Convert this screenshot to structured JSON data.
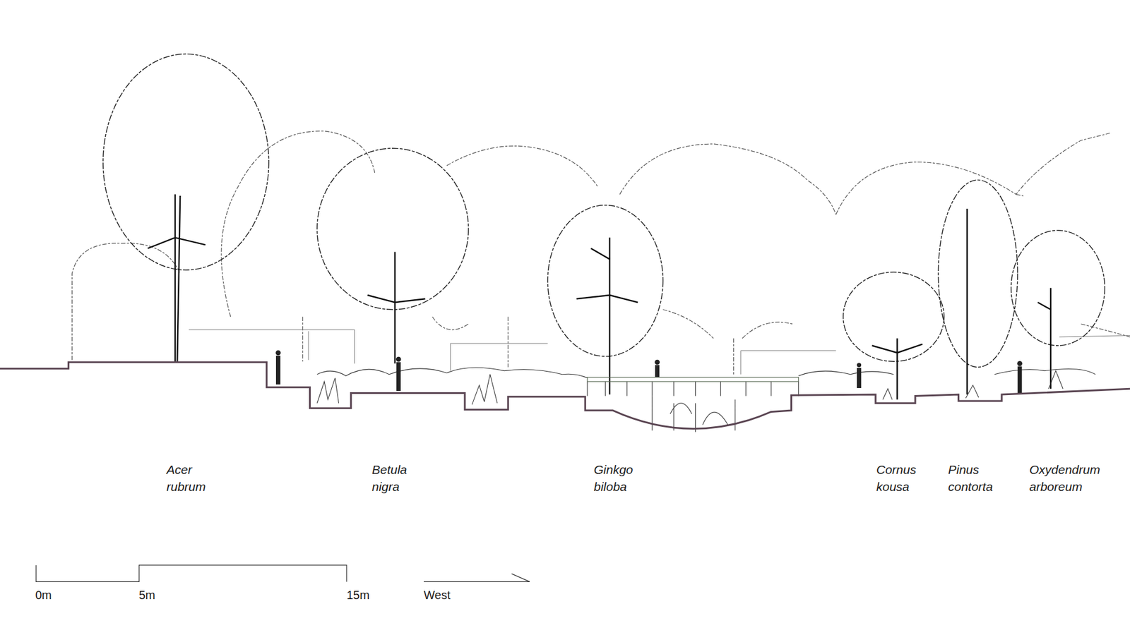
{
  "diagram": {
    "labels": [
      "Acer rubrum",
      "Betula nigra",
      "Ginkgo biloba",
      "Cornus kousa",
      "Pinus contorta",
      "Oxydendrum arboreum",
      "0m",
      "5m",
      "15m",
      "West"
    ]
  }
}
